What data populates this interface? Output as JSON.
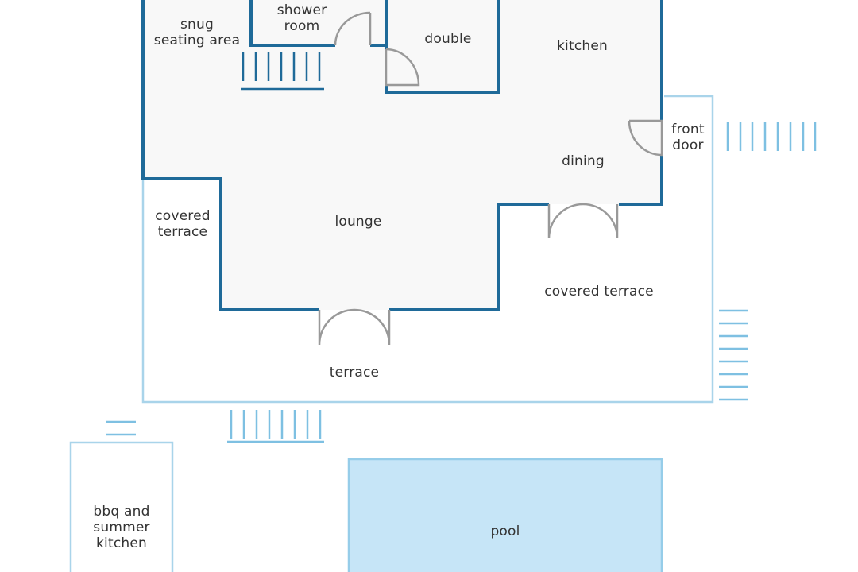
{
  "colors": {
    "interior_fill": "#f8f8f8",
    "wall": "#1f6a99",
    "outdoor_outline": "#a9d4ea",
    "steps": "#7ec0e2",
    "door": "#999999",
    "pool_fill": "#c6e5f7",
    "pool_outline": "#96cde9",
    "label": "#333333"
  },
  "rooms": {
    "snug": "snug\nseating area",
    "shower_room": "shower\nroom",
    "double": "double",
    "kitchen": "kitchen",
    "front_door": "front\ndoor",
    "dining": "dining",
    "lounge": "lounge",
    "covered_terrace_left": "covered\nterrace",
    "covered_terrace_right": "covered terrace",
    "terrace": "terrace",
    "bbq_summer_kitchen": "bbq and\nsummer\nkitchen",
    "pool": "pool"
  }
}
